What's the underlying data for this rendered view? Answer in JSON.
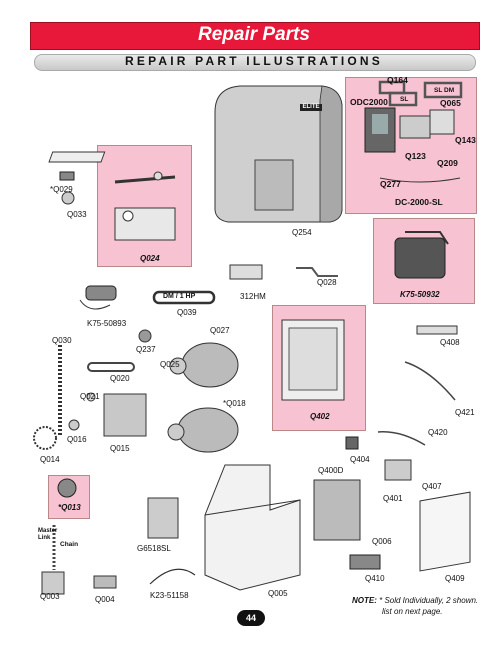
{
  "header": {
    "title": "Repair Parts",
    "subtitle": "REPAIR PART ILLUSTRATIONS"
  },
  "labels": {
    "q164": "Q164",
    "sl": "SL",
    "sl_dm": "SL DM",
    "odc2000": "ODC2000",
    "q065": "Q065",
    "q143": "Q143",
    "q123": "Q123",
    "q209": "Q209",
    "q277": "Q277",
    "dc2000sl": "DC-2000-SL",
    "q029": "*Q029",
    "q033": "Q033",
    "q024": "Q024",
    "q254": "Q254",
    "k75_50932": "K75-50932",
    "q028": "Q028",
    "hm312": "312HM",
    "dm1hp": "DM / 1 HP",
    "q039": "Q039",
    "k75_50893": "K75-50893",
    "q030": "Q030",
    "q237": "Q237",
    "q027": "Q027",
    "q025": "Q025",
    "q020": "Q020",
    "q021": "Q021",
    "q018": "*Q018",
    "q016": "Q016",
    "q015": "Q015",
    "q014": "Q014",
    "q402": "Q402",
    "q408": "Q408",
    "q421": "Q421",
    "q420": "Q420",
    "q404": "Q404",
    "q400d": "Q400D",
    "q407": "Q407",
    "q401": "Q401",
    "q013": "*Q013",
    "master_link": "Master Link",
    "chain": "Chain",
    "g6518sl": "G6518SL",
    "q006": "Q006",
    "q410": "Q410",
    "q409": "Q409",
    "q003": "Q003",
    "q004": "Q004",
    "k23_51158": "K23-51158",
    "q005": "Q005"
  },
  "brand": {
    "elite": "ELITE"
  },
  "note": {
    "label": "NOTE:",
    "text1": " * Sold Individually, 2 shown.",
    "text2": "list on next page."
  },
  "page": {
    "number": "44"
  },
  "colors": {
    "banner": "#e8183a",
    "pink_panel": "#f7c3d2",
    "text": "#111111"
  }
}
